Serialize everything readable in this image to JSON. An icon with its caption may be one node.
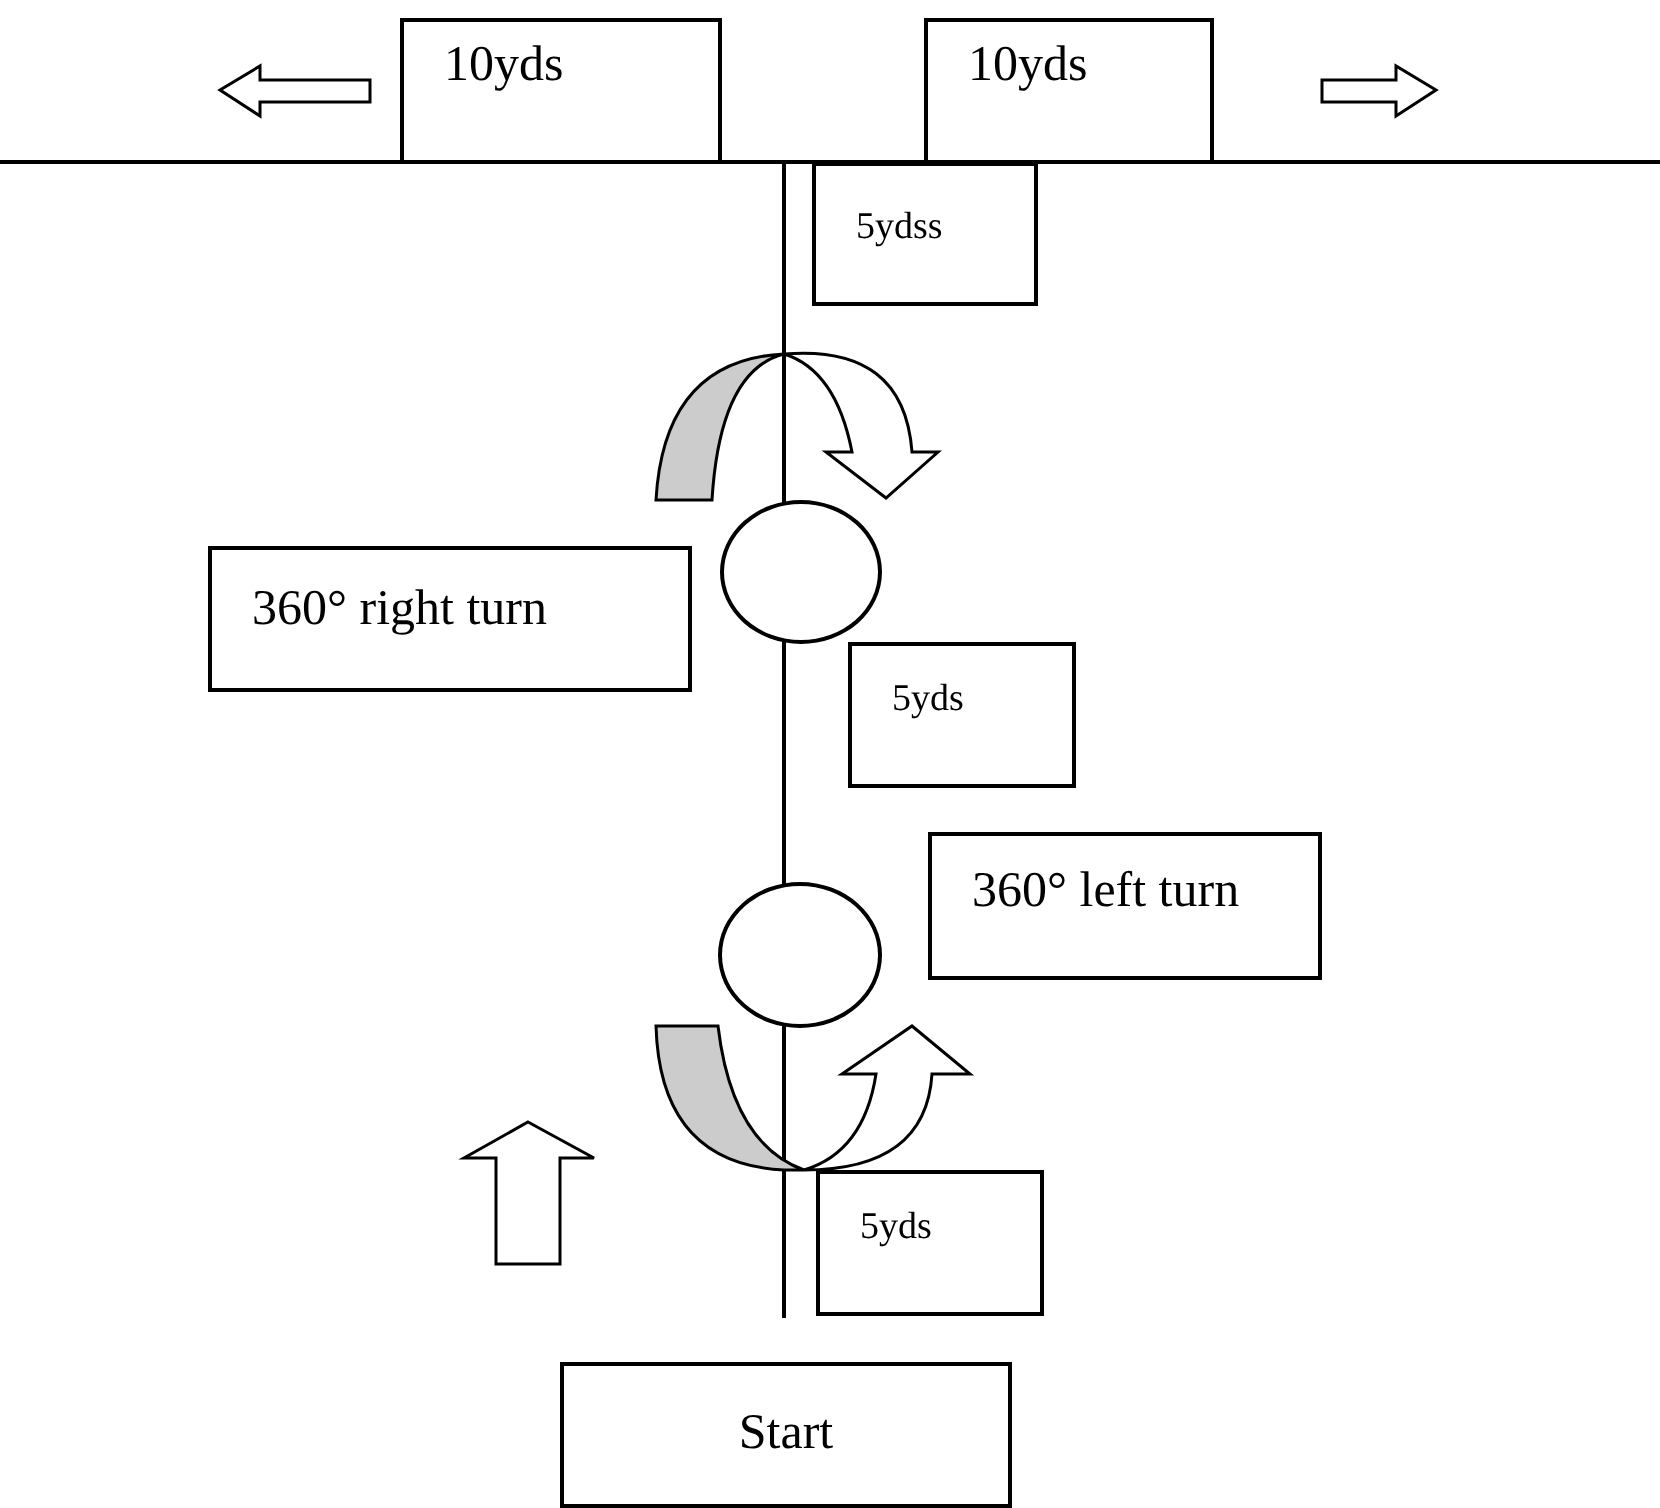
{
  "diagram": {
    "nodes": [
      {
        "text": [
          "10yds"
        ]
      },
      {
        "text": [
          "10yds"
        ]
      },
      {
        "text": [
          "5ydss"
        ]
      },
      {
        "text": [],
        "shape": "circle"
      },
      {
        "text": [
          "360° right turn"
        ]
      },
      {
        "text": [
          "5yds"
        ]
      },
      {
        "text": [
          "360° left turn"
        ]
      },
      {
        "text": [],
        "shape": "circle"
      },
      {
        "text": [
          "5yds"
        ]
      },
      {
        "text": [
          "Start"
        ]
      }
    ]
  }
}
